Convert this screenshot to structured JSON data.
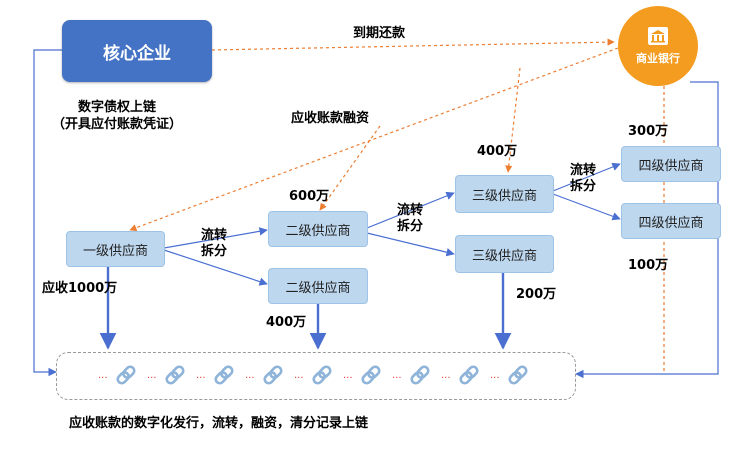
{
  "core": "核心企业",
  "bank": {
    "label": "商业银行",
    "icon": "bank-icon"
  },
  "labels": {
    "due_payment": "到期还款",
    "digital_debt_line1": "数字债权上链",
    "digital_debt_line2": "（开具应付账款凭证）",
    "receivable_financing": "应收账款融资",
    "receivable_1000": "应收1000万",
    "flow_split": "流转\n拆分",
    "bottom_caption": "应收账款的数字化发行，流转，融资，清分记录上链"
  },
  "nodes": {
    "tier1": "一级供应商",
    "tier2_a": "二级供应商",
    "tier2_b": "二级供应商",
    "tier3_a": "三级供应商",
    "tier3_b": "三级供应商",
    "tier4_a": "四级供应商",
    "tier4_b": "四级供应商"
  },
  "amounts": {
    "a600": "600万",
    "a400_top": "400万",
    "a400_bottom": "400万",
    "a200": "200万",
    "a300": "300万",
    "a100": "100万"
  },
  "colors": {
    "core": "#4472c4",
    "node": "#bdd7ee",
    "bank": "#f39c1f",
    "arrow_blue": "#4a6fd1",
    "arrow_orange": "#ed7d31",
    "chain_link": "#8fb4d9",
    "chain_dots": "#e23b3b"
  }
}
